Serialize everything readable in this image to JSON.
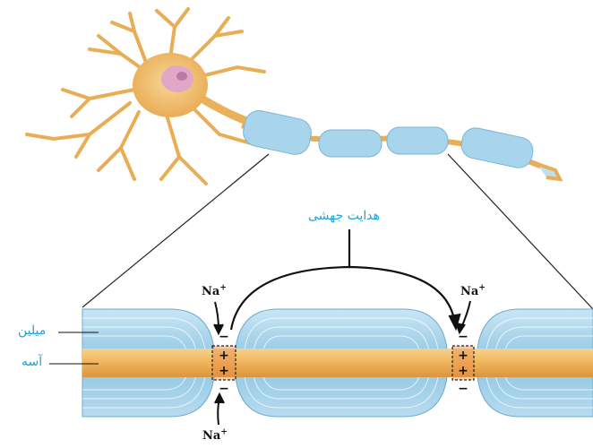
{
  "labels": {
    "saltatory_conduction": "هدایت جهشی",
    "myelin": "میلین",
    "axon": "آسه"
  },
  "ions": {
    "top_left": {
      "base": "Na",
      "sup": "+"
    },
    "top_right": {
      "base": "Na",
      "sup": "+"
    },
    "bottom_left": {
      "base": "Na",
      "sup": "+"
    }
  },
  "colors": {
    "label_accent": "#1fa3d6",
    "axon": "#f2b860",
    "myelin": "#9ed0ea",
    "neuron_body": "#f2c46e"
  }
}
